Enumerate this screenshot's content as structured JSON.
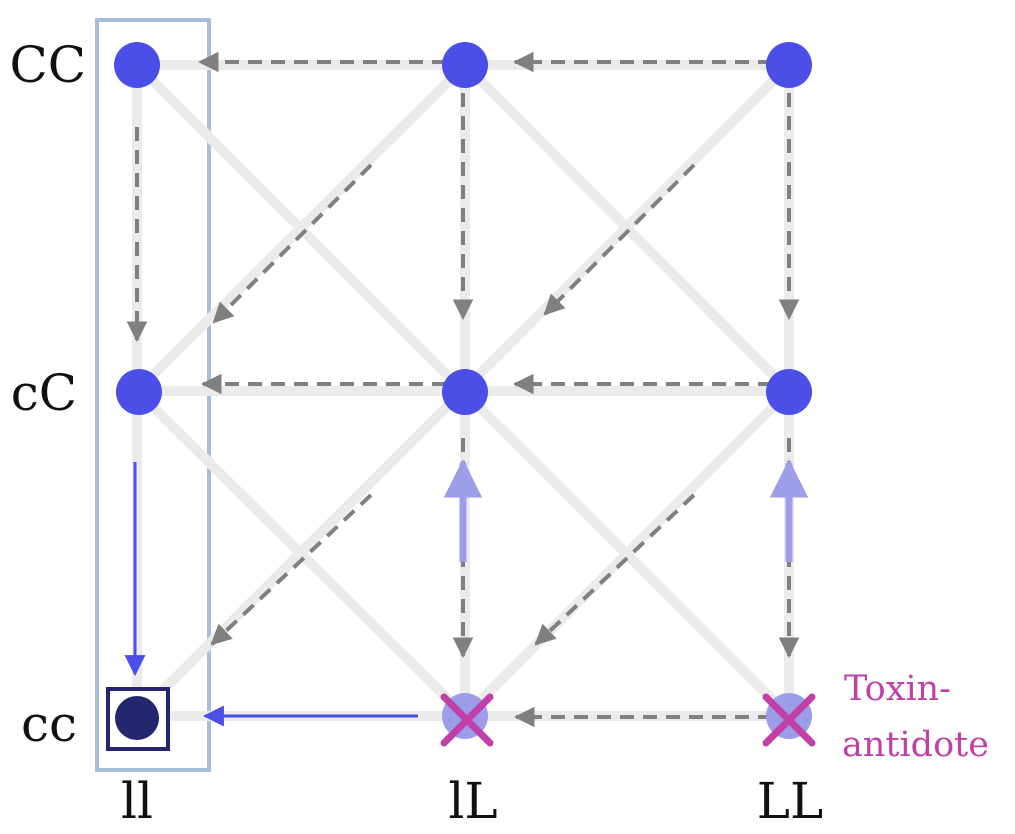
{
  "labels": {
    "rows": [
      "CC",
      "cC",
      "cc"
    ],
    "cols": [
      "ll",
      "lL",
      "LL"
    ],
    "annotation": [
      "Toxin-",
      "antidote"
    ]
  },
  "colors": {
    "node": "#4b4fe8",
    "node_light": "#9c9ee9",
    "node_dark": "#24266e",
    "edge": "#ebebeb",
    "dashed": "#808080",
    "transition": "#4b4fe8",
    "transition_light": "#9c9ee9",
    "highlight_box": "#a5bfd9",
    "cross": "#c040a8"
  },
  "icons": {
    "lethal_marker": "x-cross-icon",
    "stable_marker": "square-outline-icon"
  }
}
